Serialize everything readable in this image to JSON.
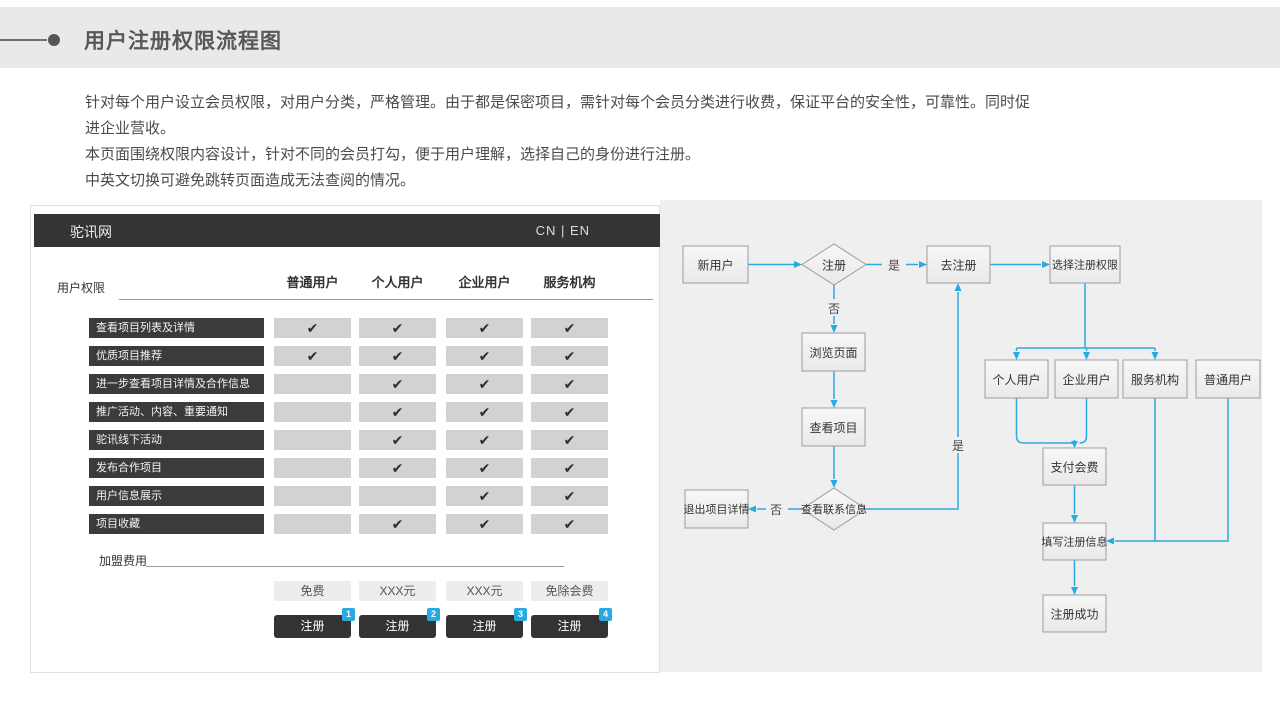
{
  "header": {
    "title": "用户注册权限流程图"
  },
  "intro": {
    "line1": "针对每个用户设立会员权限，对用户分类，严格管理。由于都是保密项目，需针对每个会员分类进行收费，保证平台的安全性，可靠性。同时促",
    "line2": "进企业营收。",
    "line3": "本页面围绕权限内容设计，针对不同的会员打勾，便于用户理解，选择自己的身份进行注册。",
    "line4": "中英文切换可避免跳转页面造成无法查阅的情况。"
  },
  "mockup": {
    "brand": "驼讯网",
    "lang": "CN | EN",
    "section_permissions": "用户权限",
    "section_fees": "加盟费用",
    "columns": [
      "普通用户",
      "个人用户",
      "企业用户",
      "服务机构"
    ],
    "check_glyph": "✔",
    "rows": [
      {
        "label": "查看项目列表及详情",
        "checks": [
          true,
          true,
          true,
          true
        ]
      },
      {
        "label": "优质项目推荐",
        "checks": [
          true,
          true,
          true,
          true
        ]
      },
      {
        "label": "进一步查看项目详情及合作信息",
        "checks": [
          false,
          true,
          true,
          true
        ]
      },
      {
        "label": "推广活动、内容、重要通知",
        "checks": [
          false,
          true,
          true,
          true
        ]
      },
      {
        "label": "驼讯线下活动",
        "checks": [
          false,
          true,
          true,
          true
        ]
      },
      {
        "label": "发布合作项目",
        "checks": [
          false,
          true,
          true,
          true
        ]
      },
      {
        "label": "用户信息展示",
        "checks": [
          false,
          false,
          true,
          true
        ]
      },
      {
        "label": "项目收藏",
        "checks": [
          false,
          true,
          true,
          true
        ]
      }
    ],
    "fees": [
      "免费",
      "XXX元",
      "XXX元",
      "免除会费"
    ],
    "register_label": "注册",
    "badges": [
      "1",
      "2",
      "3",
      "4"
    ]
  },
  "flowchart": {
    "nodes": {
      "new_user": "新用户",
      "register_q": "注册",
      "go_register": "去注册",
      "choose_permission": "选择注册权限",
      "browse_page": "浏览页面",
      "view_project": "查看项目",
      "view_contact_q": "查看联系信息",
      "exit_detail": "退出项目详情",
      "personal_user": "个人用户",
      "enterprise_user": "企业用户",
      "service_org": "服务机构",
      "normal_user": "普通用户",
      "pay_fee": "支付会费",
      "fill_info": "填写注册信息",
      "register_success": "注册成功"
    },
    "labels": {
      "yes": "是",
      "no": "否"
    }
  },
  "colors": {
    "accent_blue": "#29a9e1",
    "flow_line": "#29abe2",
    "navbar_dark": "#343434",
    "row_bar_dark": "#3b3b3b",
    "check_cell_gray": "#d2d2d2",
    "band_gray": "#e9e9e9",
    "panel_gray": "#efefef"
  }
}
